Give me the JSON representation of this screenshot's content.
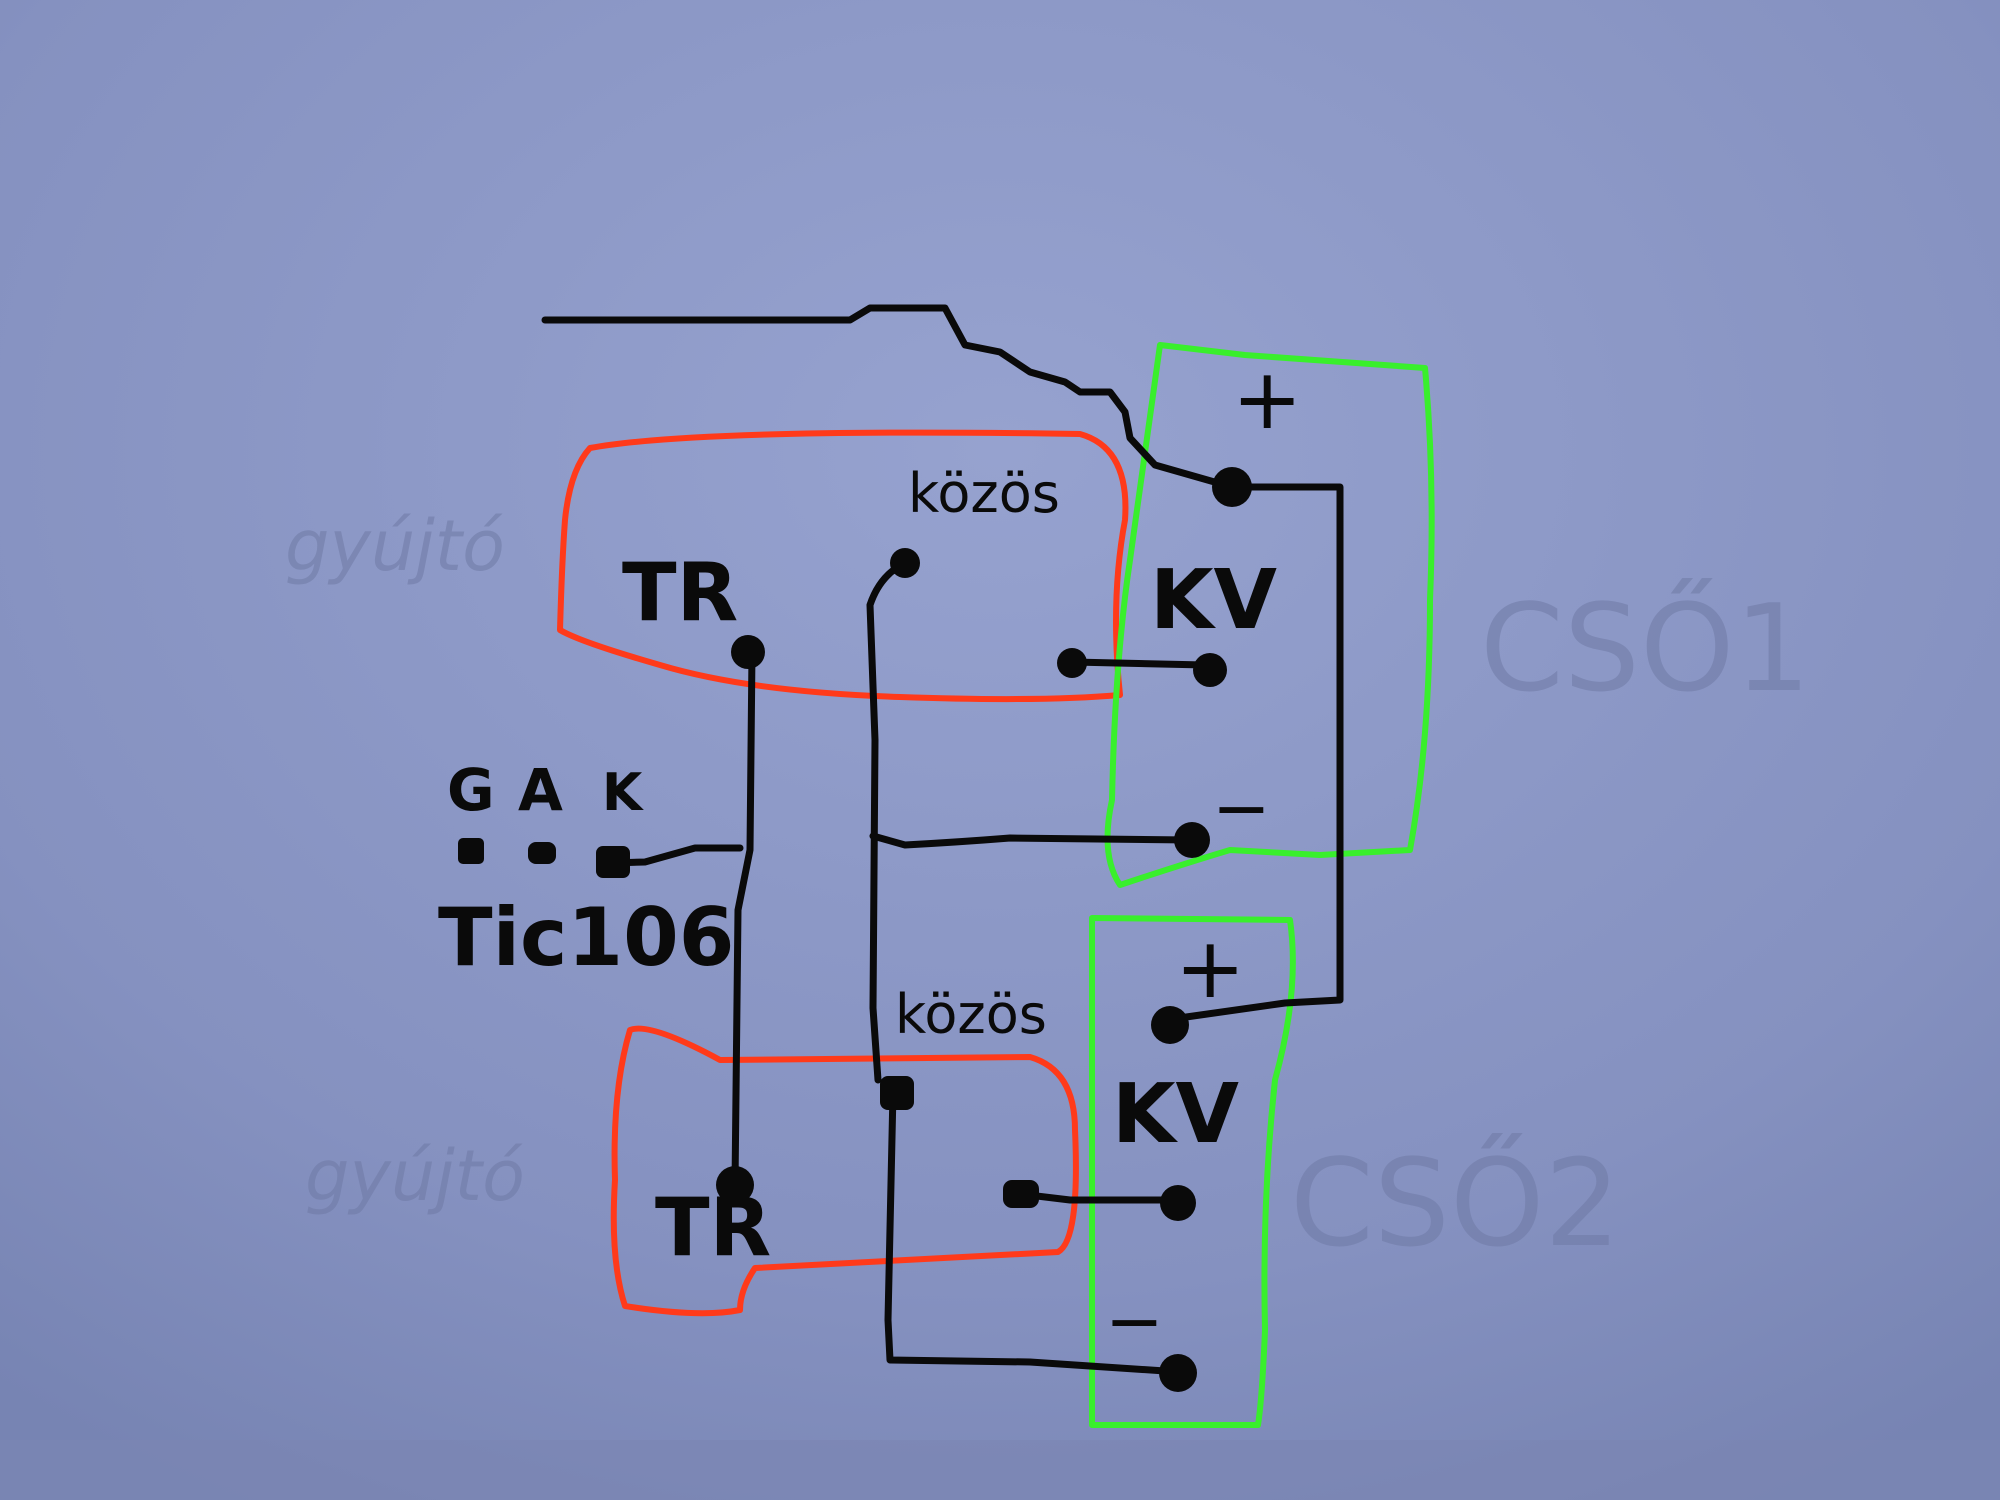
{
  "diagram": {
    "faint_labels": {
      "upper_left": "gyújtó",
      "lower_left": "gyújtó",
      "upper_right": "CSŐ1",
      "lower_right": "CSŐ2"
    },
    "thyristor": {
      "pins": [
        "G",
        "A",
        "K"
      ],
      "part_number": "Tic106"
    },
    "transformer_blocks": [
      {
        "label": "TR",
        "common_label": "közös"
      },
      {
        "label": "TR",
        "common_label": "közös"
      }
    ],
    "capacitor_blocks": [
      {
        "label": "KV",
        "plus": "+",
        "minus": "−"
      },
      {
        "label": "KV",
        "plus": "+",
        "minus": "−"
      }
    ],
    "colors": {
      "paper": "#8592c0",
      "ink": "#0a0a0a",
      "red_outline": "#ff3a1a",
      "green_outline": "#39ef2c",
      "faint_ink": "#6f7aa5"
    }
  }
}
